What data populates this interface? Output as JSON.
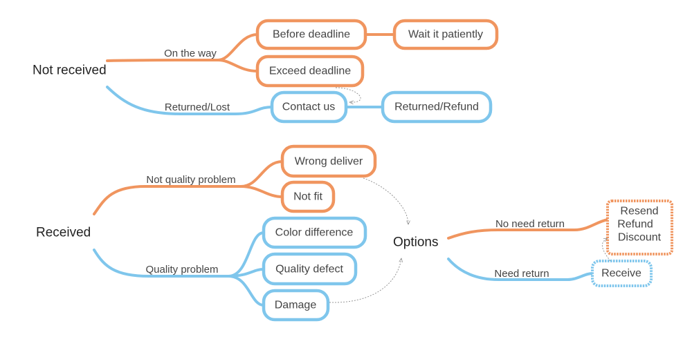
{
  "roots": {
    "not_received": "Not received",
    "received": "Received",
    "options": "Options"
  },
  "branch_labels": {
    "on_the_way": "On the way",
    "returned_lost": "Returned/Lost",
    "not_quality_problem": "Not quality problem",
    "quality_problem": "Quality problem",
    "no_need_return": "No need return",
    "need_return": "Need return"
  },
  "nodes": {
    "before_deadline": "Before deadline",
    "wait_it_patiently": "Wait it patiently",
    "exceed_deadline": "Exceed deadline",
    "contact_us": "Contact us",
    "returned_refund": "Returned/Refund",
    "wrong_deliver": "Wrong deliver",
    "not_fit": "Not fit",
    "color_difference": "Color difference",
    "quality_defect": "Quality defect",
    "damage": "Damage",
    "resend": "Resend",
    "refund": "Refund",
    "discount": "Discount",
    "receive": "Receive"
  },
  "colors": {
    "orange": "#f0955f",
    "blue": "#7fc6ec",
    "text": "#444444",
    "relationship": "#8a8a8a"
  }
}
